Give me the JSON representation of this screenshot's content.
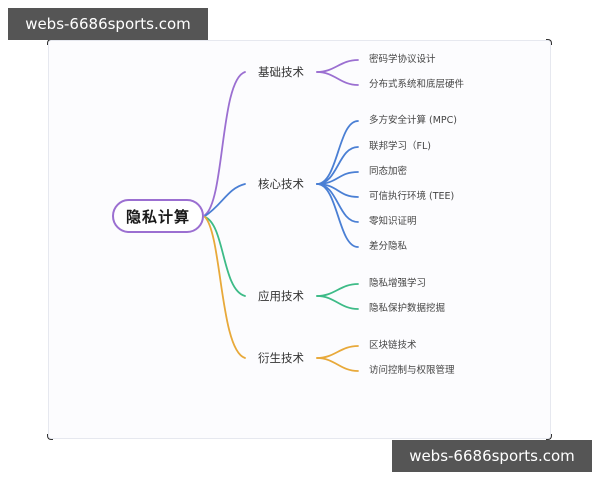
{
  "watermarks": {
    "top": "webs-6686sports.com",
    "bottom": "webs-6686sports.com"
  },
  "mindmap": {
    "root": {
      "label": "隐私计算",
      "color": "#9b6fd1"
    },
    "branches": [
      {
        "label": "基础技术",
        "color": "#9b6fd1",
        "children": [
          "密码学协议设计",
          "分布式系统和底层硬件"
        ]
      },
      {
        "label": "核心技术",
        "color": "#4a7fd4",
        "children": [
          "多方安全计算 (MPC)",
          "联邦学习（FL)",
          "同态加密",
          "可信执行环境 (TEE)",
          "零知识证明",
          "差分隐私"
        ]
      },
      {
        "label": "应用技术",
        "color": "#3dbb87",
        "children": [
          "隐私增强学习",
          "隐私保护数据挖掘"
        ]
      },
      {
        "label": "衍生技术",
        "color": "#e8a93a",
        "children": [
          "区块链技术",
          "访问控制与权限管理"
        ]
      }
    ]
  }
}
